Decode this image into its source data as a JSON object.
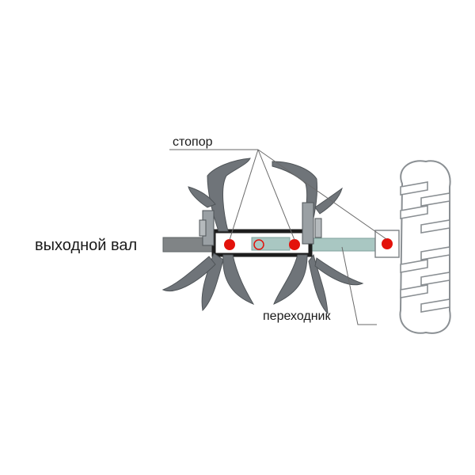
{
  "labels": {
    "stopper": "стопор",
    "output_shaft": "выходной вал",
    "adapter": "переходник"
  },
  "colors": {
    "blade": "#6f7479",
    "blade_edge": "#4f5458",
    "shaft": "#808486",
    "adapter": "#a9c7c2",
    "pin": "#e3120b",
    "frame": "#1d1d1d",
    "tire_outline": "#8a8f93",
    "leader": "#6a6a6a"
  },
  "icons": [
    "stopper-pin",
    "wheel-tread"
  ]
}
